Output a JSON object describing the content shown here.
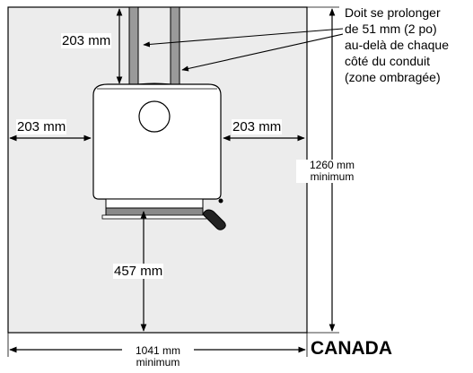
{
  "labels": {
    "pipe_clearance": "203 mm",
    "left_clearance": "203 mm",
    "right_clearance": "203 mm",
    "front_clearance": "457 mm",
    "depth_value": "1260 mm",
    "depth_sub": "minimum",
    "width_value": "1041 mm",
    "width_sub": "minimum",
    "note_lines": [
      "Doit se prolonger",
      "de 51 mm (2 po)",
      "au-delà de chaque",
      "côté du conduit",
      "(zone ombragée)"
    ],
    "region": "CANADA"
  },
  "colors": {
    "floor_protector": "#ececec",
    "stove_body": "#ffffff",
    "pipe_fill": "#9a9a9a",
    "line": "#000000"
  }
}
